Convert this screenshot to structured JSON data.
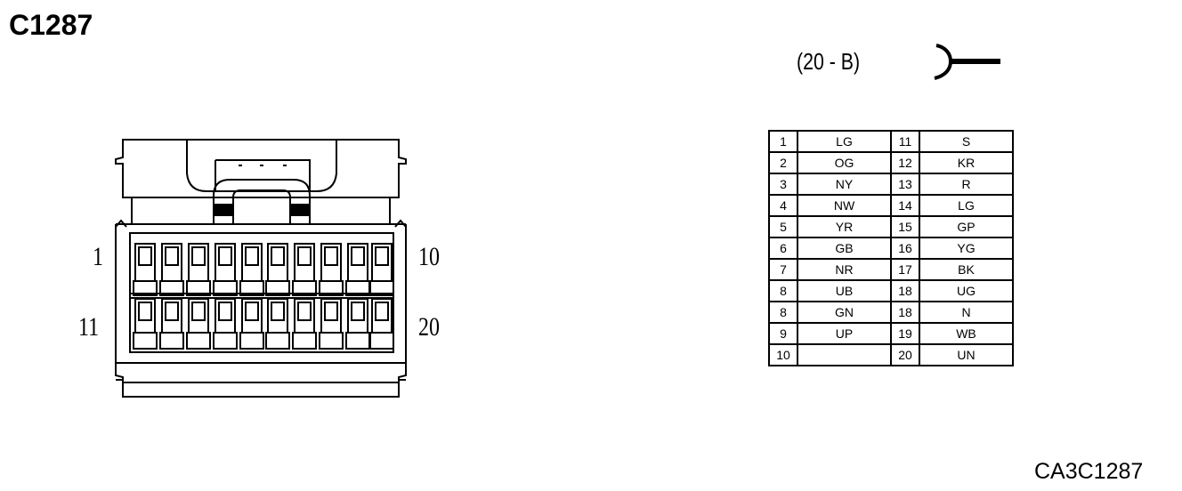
{
  "connector_id": "C1287",
  "connector_type": "(20 - B)",
  "pin_labels": {
    "top_left": "1",
    "top_right": "10",
    "bottom_left": "11",
    "bottom_right": "20"
  },
  "pin_table": [
    [
      "1",
      "LG",
      "11",
      "S"
    ],
    [
      "2",
      "OG",
      "12",
      "KR"
    ],
    [
      "3",
      "NY",
      "13",
      "R"
    ],
    [
      "4",
      "NW",
      "14",
      "LG"
    ],
    [
      "5",
      "YR",
      "15",
      "GP"
    ],
    [
      "6",
      "GB",
      "16",
      "YG"
    ],
    [
      "7",
      "NR",
      "17",
      "BK"
    ],
    [
      "8",
      "UB",
      "18",
      "UG"
    ],
    [
      "8",
      "GN",
      "18",
      "N"
    ],
    [
      "9",
      "UP",
      "19",
      "WB"
    ],
    [
      "10",
      "",
      "20",
      "UN"
    ]
  ],
  "reference_code": "CA3C1287",
  "colors": {
    "ink": "#000000",
    "background": "#ffffff"
  }
}
